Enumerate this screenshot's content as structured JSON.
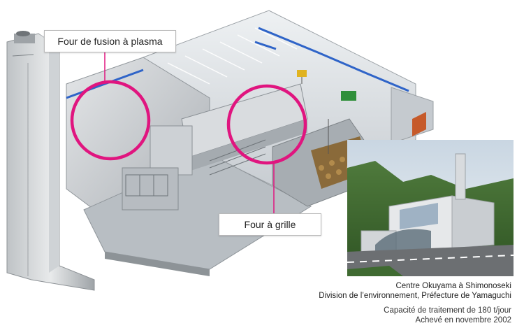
{
  "callouts": {
    "plasma_furnace": "Four de fusion à plasma",
    "grate_furnace": "Four à grille"
  },
  "caption": {
    "facility_name": "Centre Okuyama à Shimonoseki",
    "operator": "Division de l’environnement, Préfecture de Yamaguchi",
    "capacity": "Capacité de traitement de 180 t/jour",
    "completed": "Achevé en novembre 2002"
  },
  "colors": {
    "highlight_ring": "#e0157f",
    "accent_blue": "#2f64c8",
    "structure_grey": "#c9ced3"
  },
  "icons": [
    "plasma-ring-highlight",
    "grate-ring-highlight"
  ]
}
